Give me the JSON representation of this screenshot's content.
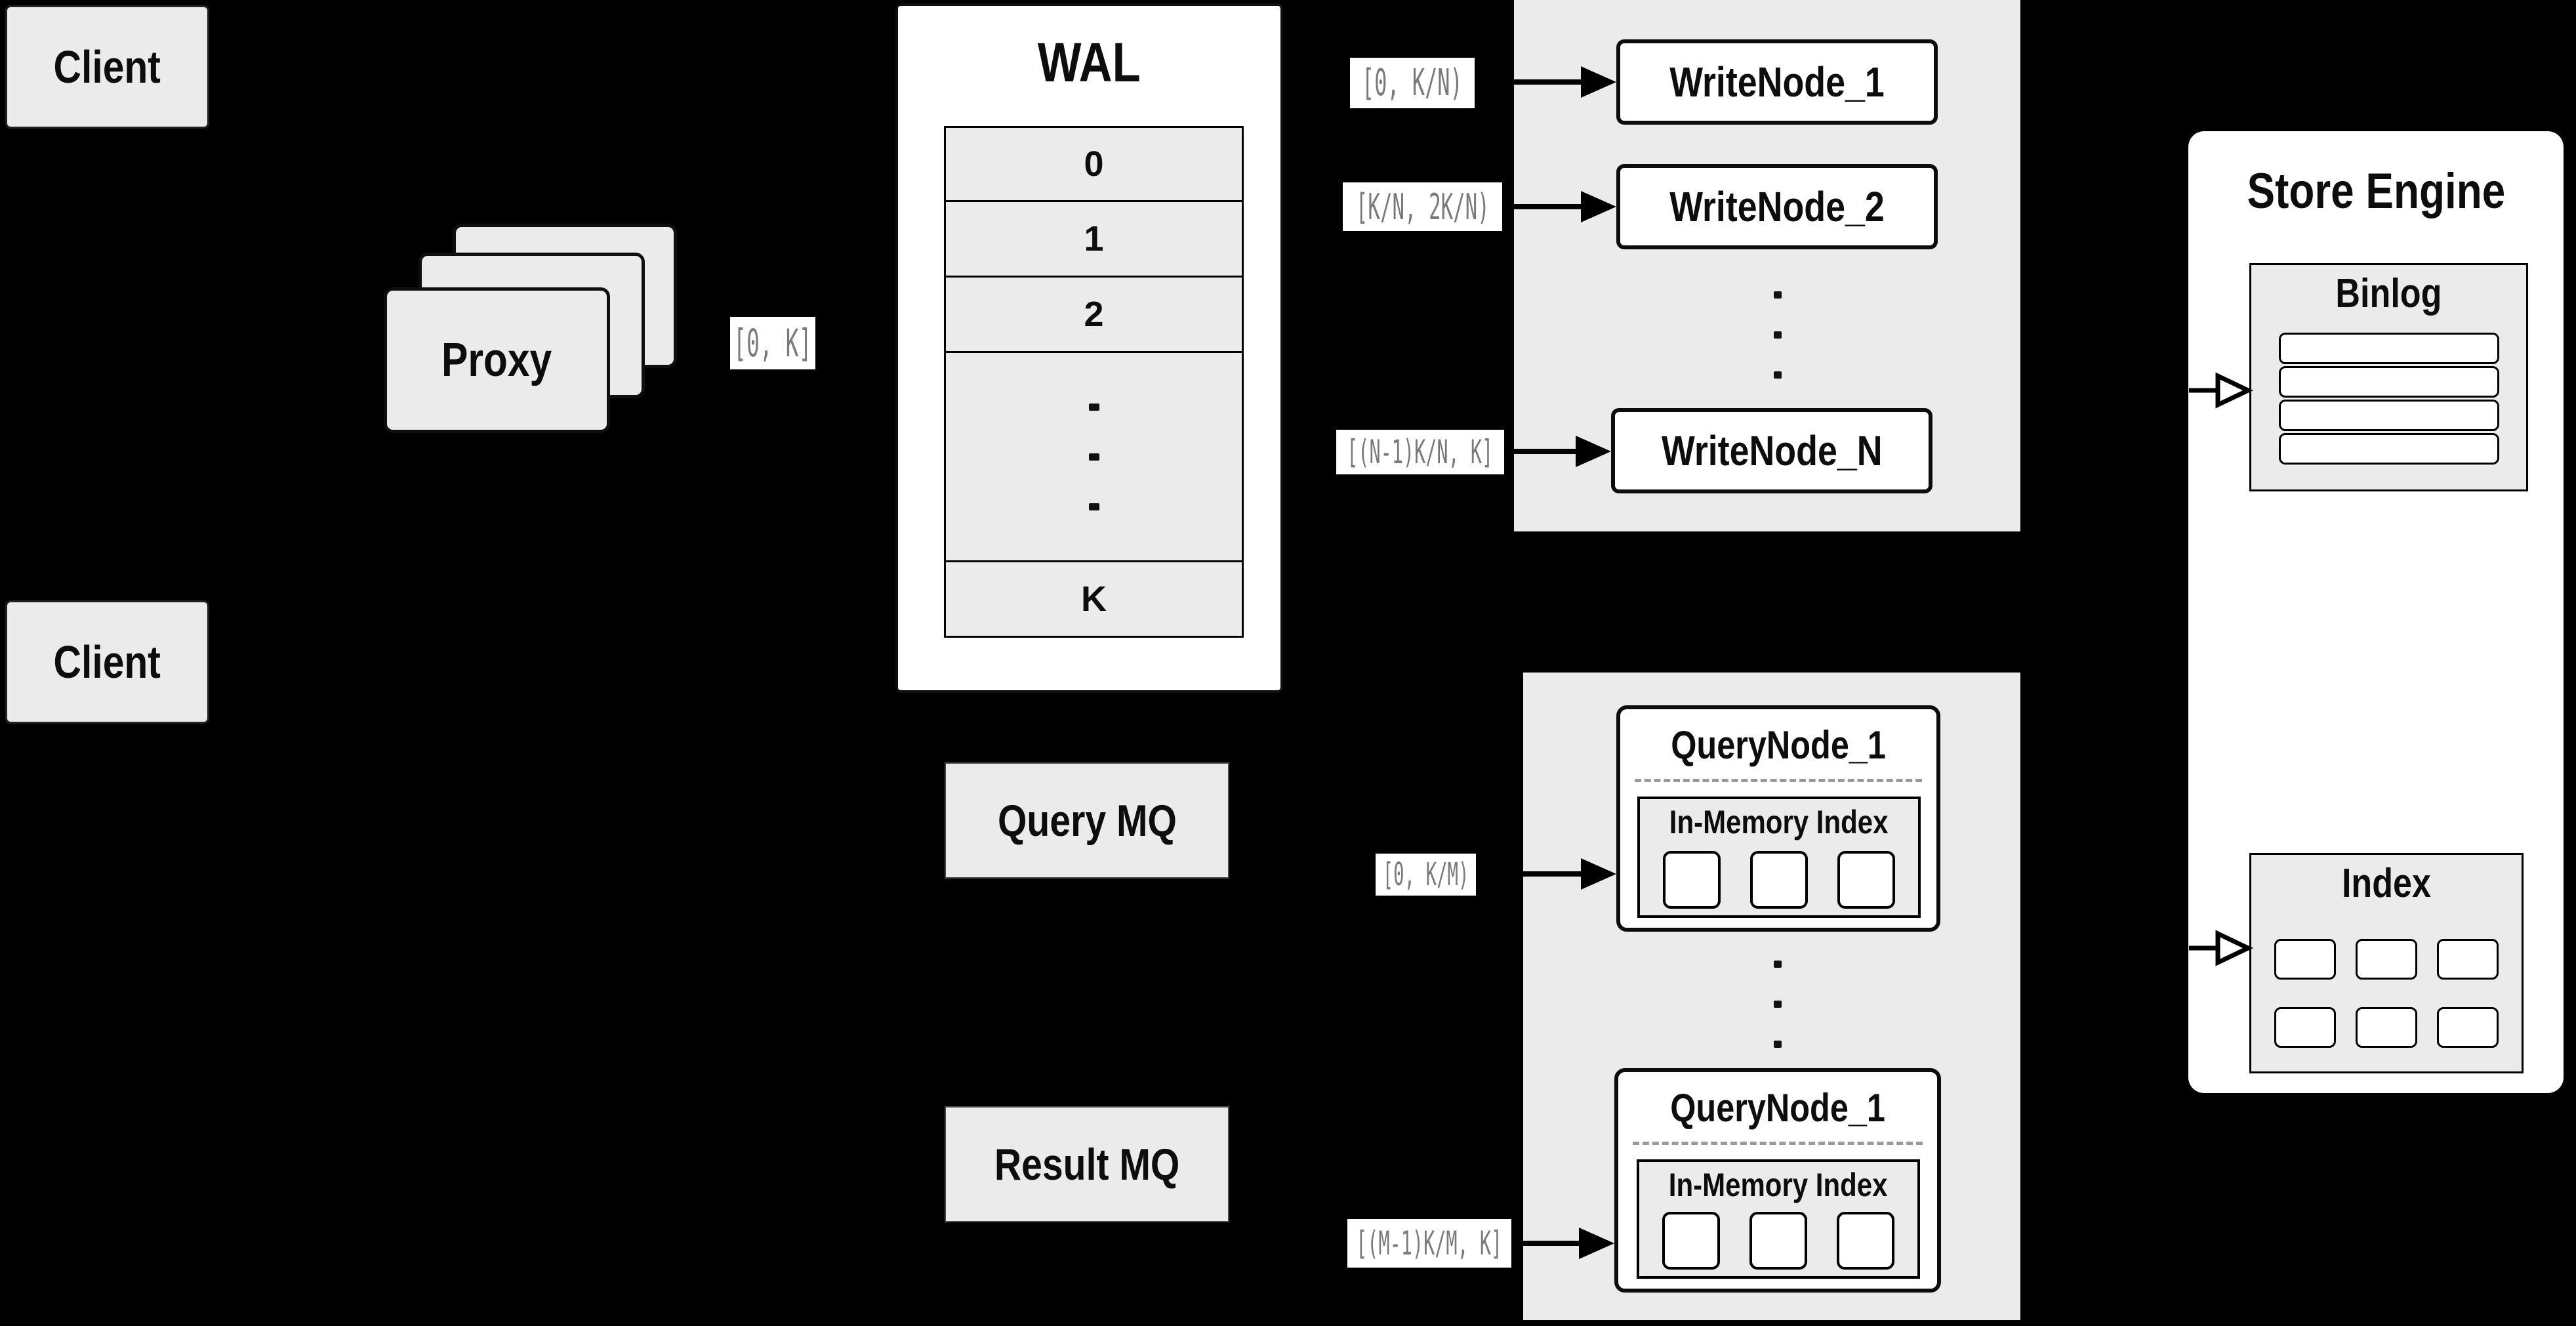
{
  "colors": {
    "background": "#000000",
    "panel_gray": "#ebebeb",
    "box_white": "#ffffff",
    "border_black": "#0d0d0d",
    "range_label_text": "#7a7a7a"
  },
  "clients": {
    "top": "Client",
    "bottom": "Client"
  },
  "proxy": {
    "label": "Proxy",
    "stack_count": 3
  },
  "range_labels": {
    "proxy_out": "[0, K]",
    "write_node_1": "[0, K/N)",
    "write_node_2": "[K/N, 2K/N)",
    "write_node_n": "[(N-1)K/N, K]",
    "query_node_1": "[0, K/M)",
    "query_node_m": "[(M-1)K/M, K]"
  },
  "wal": {
    "title": "WAL",
    "segments": [
      "0",
      "1",
      "2"
    ],
    "segment_last": "K"
  },
  "write_group": {
    "nodes": [
      "WriteNode_1",
      "WriteNode_2",
      "WriteNode_N"
    ]
  },
  "query_group": {
    "nodes": [
      {
        "title": "QueryNode_1",
        "inner_title": "In-Memory Index"
      },
      {
        "title": "QueryNode_1",
        "inner_title": "In-Memory Index"
      }
    ]
  },
  "mq": {
    "query": "Query MQ",
    "result": "Result MQ"
  },
  "store_engine": {
    "title": "Store Engine",
    "binlog": {
      "title": "Binlog",
      "row_count": 4
    },
    "index": {
      "title": "Index",
      "cell_count": 6
    }
  }
}
